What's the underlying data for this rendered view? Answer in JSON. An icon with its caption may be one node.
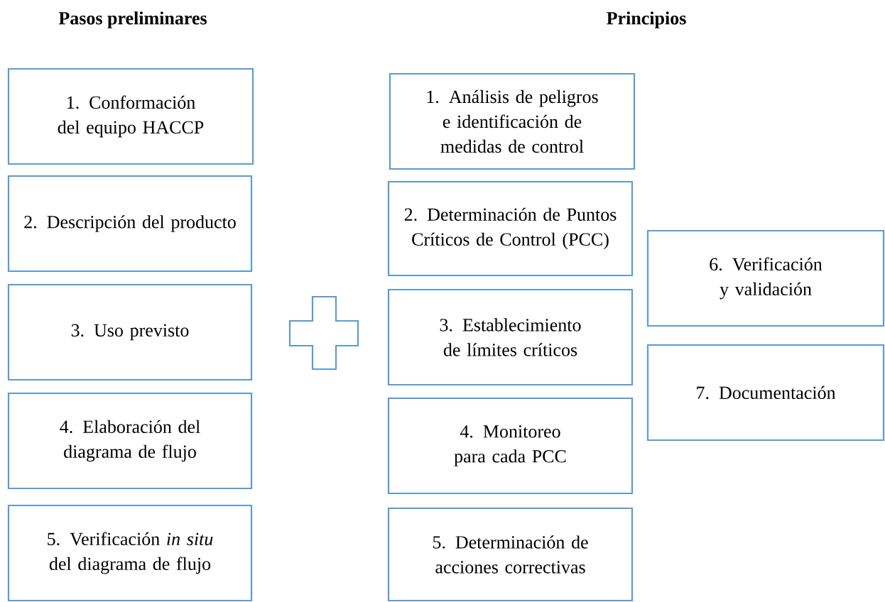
{
  "diagram": {
    "nodes": [
      {
        "text": [
          "1. Conformación del equipo HACCP"
        ]
      },
      {
        "text": [
          "2. Descripción del producto"
        ]
      },
      {
        "text": [
          "3. Uso previsto"
        ]
      },
      {
        "text": [
          "4. Elaboración del diagrama de flujo"
        ]
      },
      {
        "text": [
          "5. Verificación *in situ* del diagrama de flujo"
        ]
      },
      {
        "text": [
          "1. Análisis de peligros e identificación de medidas de control"
        ]
      },
      {
        "text": [
          "2. Determinación de Puntos Críticos de Control (PCC)"
        ]
      },
      {
        "text": [
          "3. Establecimiento de límites críticos"
        ]
      },
      {
        "text": [
          "4. Monitoreo para cada PCC"
        ]
      },
      {
        "text": [
          "5. Determinación de acciones correctivas"
        ]
      },
      {
        "text": [
          "6. Verificación y validación"
        ]
      },
      {
        "text": [
          "7. Documentación"
        ]
      }
    ],
    "labels": [
      "Pasos preliminares",
      "Principios"
    ]
  }
}
